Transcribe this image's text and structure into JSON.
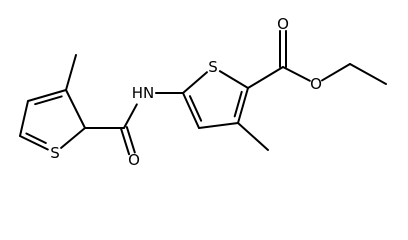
{
  "molecule": {
    "atoms": [
      {
        "id": "c_me1",
        "element": "C"
      },
      {
        "id": "c3",
        "element": "C"
      },
      {
        "id": "c4",
        "element": "C"
      },
      {
        "id": "c5",
        "element": "C"
      },
      {
        "id": "s1",
        "element": "S",
        "label": "S"
      },
      {
        "id": "c2",
        "element": "C"
      },
      {
        "id": "c_amide",
        "element": "C"
      },
      {
        "id": "o_amide",
        "element": "O",
        "label": "O"
      },
      {
        "id": "n_h",
        "element": "N",
        "label": "HN"
      },
      {
        "id": "c5b",
        "element": "C"
      },
      {
        "id": "s1b",
        "element": "S",
        "label": "S"
      },
      {
        "id": "c2b",
        "element": "C"
      },
      {
        "id": "c3b",
        "element": "C"
      },
      {
        "id": "c4b",
        "element": "C"
      },
      {
        "id": "c_me2",
        "element": "C"
      },
      {
        "id": "c_ester",
        "element": "C"
      },
      {
        "id": "o_carbonyl",
        "element": "O",
        "label": "O"
      },
      {
        "id": "o_ether",
        "element": "O",
        "label": "O"
      },
      {
        "id": "c_ch2",
        "element": "C"
      },
      {
        "id": "c_ch3",
        "element": "C"
      }
    ],
    "bonds": [
      {
        "from": "c_me1",
        "to": "c3",
        "order": 1
      },
      {
        "from": "c3",
        "to": "c4",
        "order": 2
      },
      {
        "from": "c4",
        "to": "c5",
        "order": 1
      },
      {
        "from": "c5",
        "to": "s1",
        "order": 2
      },
      {
        "from": "s1",
        "to": "c2",
        "order": 1
      },
      {
        "from": "c2",
        "to": "c3",
        "order": 1
      },
      {
        "from": "c2",
        "to": "c_amide",
        "order": 1
      },
      {
        "from": "c_amide",
        "to": "o_amide",
        "order": 2
      },
      {
        "from": "c_amide",
        "to": "n_h",
        "order": 1
      },
      {
        "from": "n_h",
        "to": "c5b",
        "order": 1
      },
      {
        "from": "c5b",
        "to": "s1b",
        "order": 1
      },
      {
        "from": "s1b",
        "to": "c2b",
        "order": 1
      },
      {
        "from": "c2b",
        "to": "c3b",
        "order": 2
      },
      {
        "from": "c3b",
        "to": "c4b",
        "order": 1
      },
      {
        "from": "c4b",
        "to": "c5b",
        "order": 2
      },
      {
        "from": "c3b",
        "to": "c_me2",
        "order": 1
      },
      {
        "from": "c2b",
        "to": "c_ester",
        "order": 1
      },
      {
        "from": "c_ester",
        "to": "o_carbonyl",
        "order": 2
      },
      {
        "from": "c_ester",
        "to": "o_ether",
        "order": 1
      },
      {
        "from": "o_ether",
        "to": "c_ch2",
        "order": 1
      },
      {
        "from": "c_ch2",
        "to": "c_ch3",
        "order": 1
      }
    ]
  }
}
